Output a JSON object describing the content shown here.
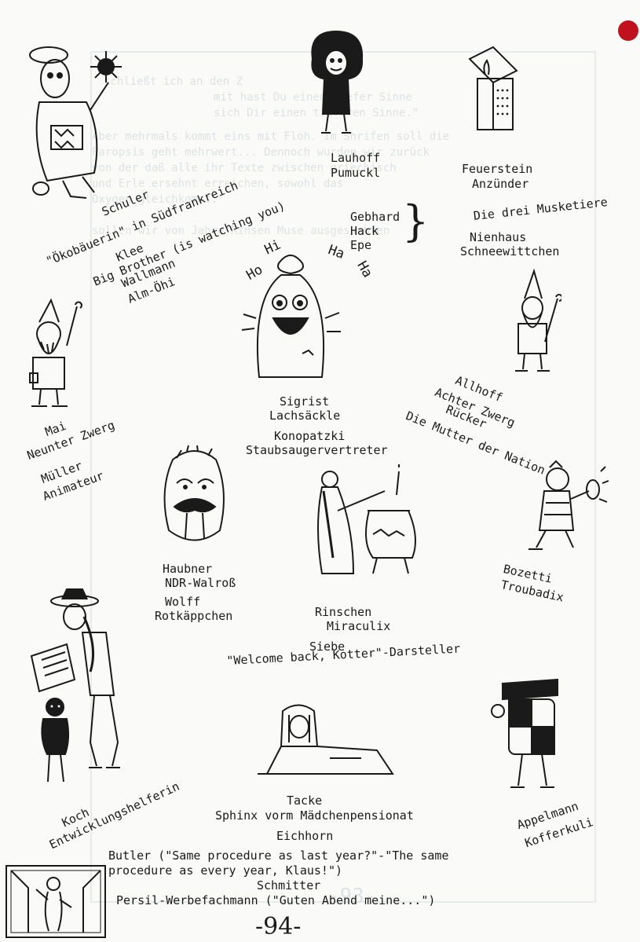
{
  "captions": {
    "lauhoff": "Lauhoff",
    "pumuckl": "Pumuckl",
    "feuerstein": "Feuerstein",
    "anzuender": "Anzünder",
    "schuler": "Schuler",
    "oekobaeuerin": "\"Ökobäuerin\" in Südfrankreich",
    "gebhard": "Gebhard",
    "hack": "Hack",
    "epe": "Epe",
    "drei_musketiere": "Die drei Musketiere",
    "klee": "Klee",
    "big_brother": "Big Brother (is watching you)",
    "nienhaus": "Nienhaus",
    "schneewittchen": "Schneewittchen",
    "wallmann": "Wallmann",
    "alm_oehi": "Alm-Öhi",
    "allhoff": "Allhoff",
    "achter_zwerg": "Achter Zwerg",
    "ruecker": "Rücker",
    "mutter_nation": "Die Mutter der Nation",
    "sigrist": "Sigrist",
    "lachsaeckle": "Lachsäckle",
    "mai": "Mai",
    "neunter_zwerg": "Neunter Zwerg",
    "konopatzki": "Konopatzki",
    "staubsauger": "Staubsaugervertreter",
    "mueller": "Müller",
    "animateur": "Animateur",
    "haubner": "Haubner",
    "ndr_walross": "NDR-Walroß",
    "wolff": "Wolff",
    "rotkaeppchen": "Rotkäppchen",
    "bozetti": "Bozetti",
    "troubadix": "Troubadix",
    "rinschen": "Rinschen",
    "miraculix": "Miraculix",
    "siebe": "Siebe",
    "kotter": "\"Welcome back, Kotter\"-Darsteller",
    "koch": "Koch",
    "entwicklungshelferin": "Entwicklungshelferin",
    "tacke": "Tacke",
    "sphinx": "Sphinx vorm Mädchenpensionat",
    "eichhorn": "Eichhorn",
    "appelmann": "Appelmann",
    "kofferkuli": "Kofferkuli",
    "butler_1": "Butler (\"Same procedure as last year?\"-\"The same",
    "butler_2": "procedure as every year, Klaus!\")",
    "schmitter": "Schmitter",
    "persil": "Persil-Werbefachmann (\"Guten Abend meine...\")"
  },
  "bubble": {
    "ho": "Ho",
    "hi": "Hi",
    "ha": "Ha",
    "ha2": "Ha"
  },
  "page_number": "-94-",
  "show_through": [
    "schließt ich an den Z",
    "mit hast Du einen tiefer Sinne",
    "sich Dir einen tieferen Sinne.\"",
    "Aber mehrmals kommt eins mit Floh. Im Shrifen soll die",
    "Paropsis geht mehrwert... Dennoch wurden wir zurück",
    "von der daß alle ihr Texte zwischen griechisch",
    "und Erle ersehnt erreichen, sowohl das",
    "Oxygen gleichkommt.",
    "sollen wir von Jahre Rinsen Muse ausgesuchten",
    "-93-"
  ],
  "colors": {
    "ink": "#1a1a1a",
    "paper": "#fafaf8",
    "ghost": "#c8cfd6",
    "red_dot": "#c0121e"
  }
}
